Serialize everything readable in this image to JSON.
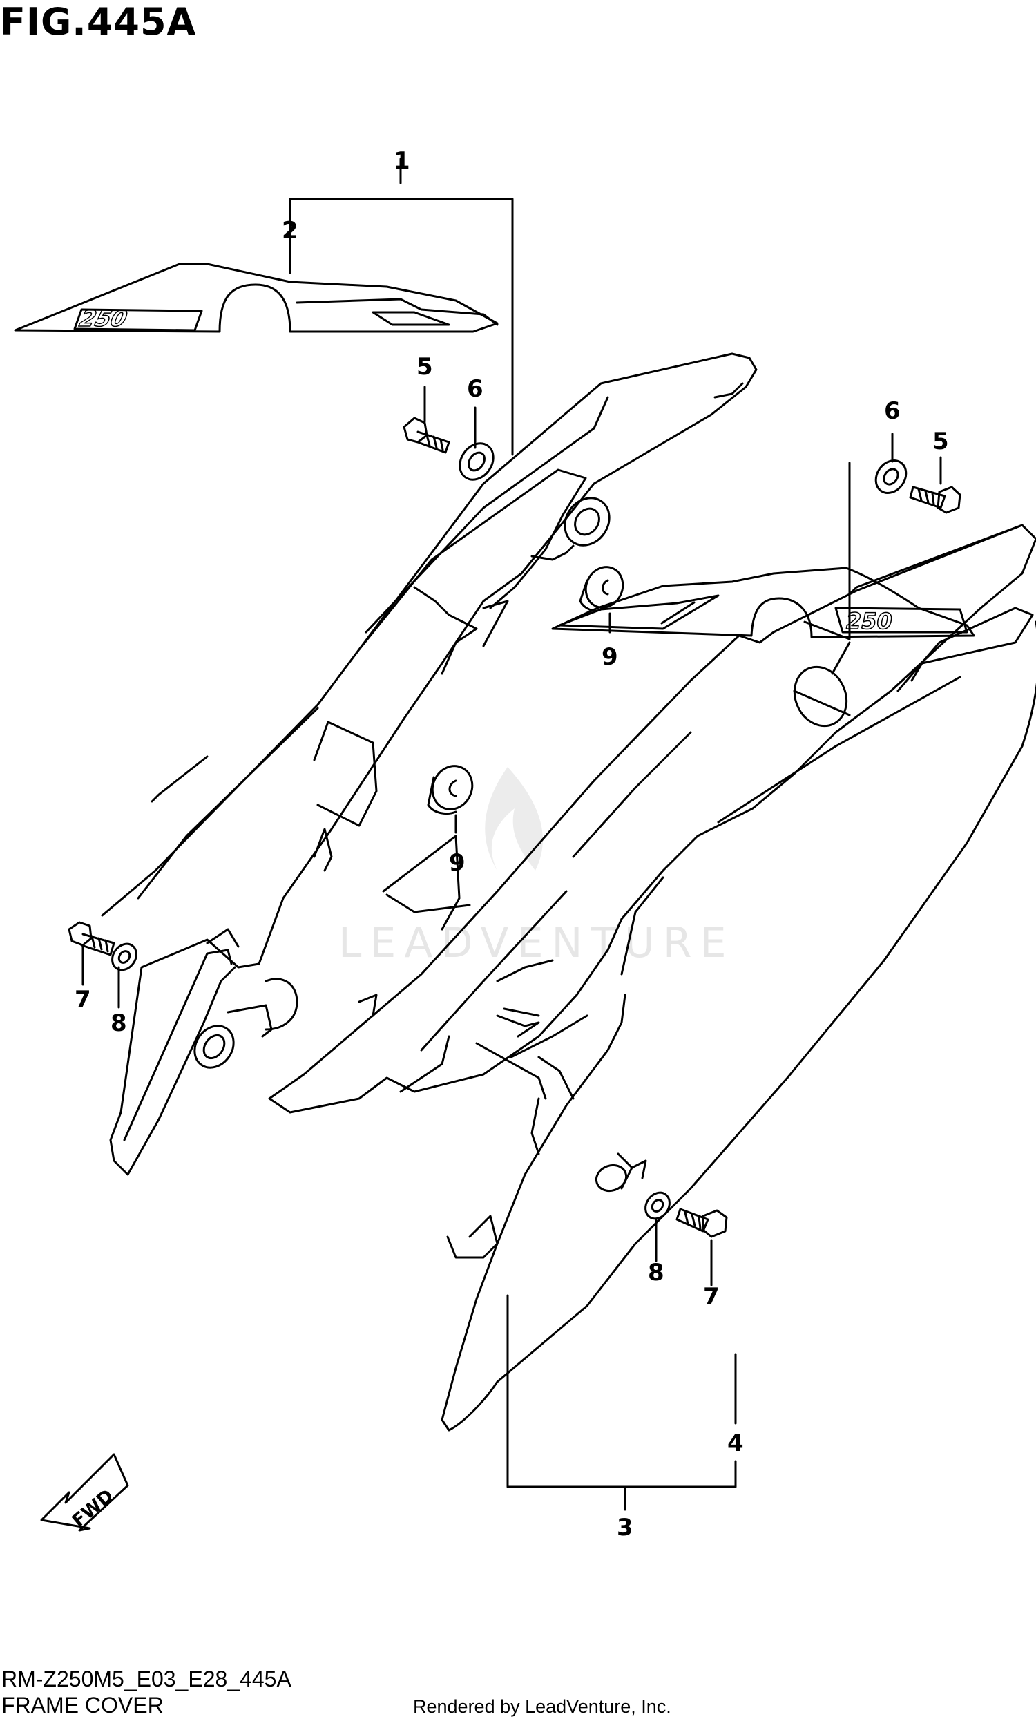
{
  "figure": {
    "title": "FIG.445A",
    "code": "RM-Z250M5_E03_E28_445A",
    "name": "FRAME COVER",
    "rendered_by": "Rendered by LeadVenture, Inc."
  },
  "watermark": "LEADVENTURE",
  "direction_arrow": {
    "label": "FWD",
    "icon": "fwd-arrow-icon"
  },
  "decal_text": "250",
  "callouts": {
    "c1": "1",
    "c2": "2",
    "c3": "3",
    "c4": "4",
    "c5a": "5",
    "c5b": "5",
    "c6a": "6",
    "c6b": "6",
    "c7a": "7",
    "c7b": "7",
    "c8a": "8",
    "c8b": "8",
    "c9a": "9",
    "c9b": "9"
  }
}
